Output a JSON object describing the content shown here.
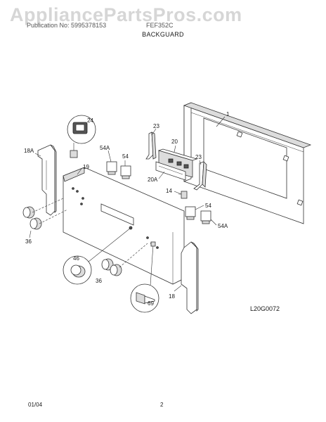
{
  "watermark": "AppliancePartsPros.com",
  "header": {
    "publication_label": "Publication No: 5995378153",
    "model_label": "FEF352C",
    "section_title": "BACKGUARD"
  },
  "footer": {
    "date": "01/04",
    "page_number": "2"
  },
  "diagram_code": "L20G0072",
  "callouts": {
    "c1": "1",
    "c24": "24",
    "c23a": "23",
    "c20": "20",
    "c18a": "18A",
    "c54a_left": "54A",
    "c54_left": "54",
    "c23b": "23",
    "c19": "19",
    "c20a": "20A",
    "c14": "14",
    "c54_right": "54",
    "c54a_right": "54A",
    "c36_left": "36",
    "c46": "46",
    "c36_center": "36",
    "c18": "18",
    "c69": "69"
  }
}
